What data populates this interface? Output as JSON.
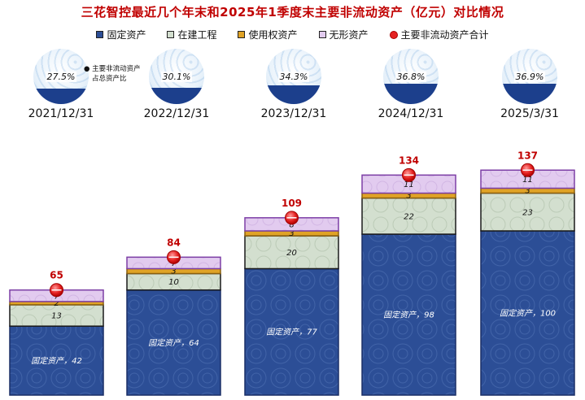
{
  "chart_data": {
    "type": "bar",
    "stacked": true,
    "title": "三花智控最近几个年末和2025年1季度末主要非流动资产（亿元）对比情况",
    "categories": [
      "2021/12/31",
      "2022/12/31",
      "2023/12/31",
      "2024/12/31",
      "2025/3/31"
    ],
    "series": [
      {
        "name": "固定资产",
        "color": "#2c4e96",
        "values": [
          42,
          64,
          77,
          98,
          100
        ]
      },
      {
        "name": "在建工程",
        "color": "#d3dfcf",
        "values": [
          13,
          10,
          20,
          22,
          23
        ]
      },
      {
        "name": "使用权资产",
        "color": "#e0a326",
        "values": [
          2,
          3,
          3,
          3,
          3
        ]
      },
      {
        "name": "无形资产",
        "color": "#e2cbef",
        "values": [
          7,
          7,
          8,
          11,
          11
        ]
      }
    ],
    "totals_series": {
      "name": "主要非流动资产合计",
      "color": "#e52222",
      "values": [
        65,
        84,
        109,
        134,
        137
      ]
    },
    "ratio": {
      "label_line1": "主要非流动资产",
      "label_line2": "占总资产比",
      "values": [
        "27.5%",
        "30.1%",
        "34.3%",
        "36.8%",
        "36.9%"
      ],
      "fractions": [
        0.275,
        0.301,
        0.343,
        0.368,
        0.369
      ]
    },
    "fixed_asset_label_prefix": "固定资产，",
    "legend_position": "top",
    "grid": false,
    "xlabel": "",
    "ylabel": ""
  }
}
